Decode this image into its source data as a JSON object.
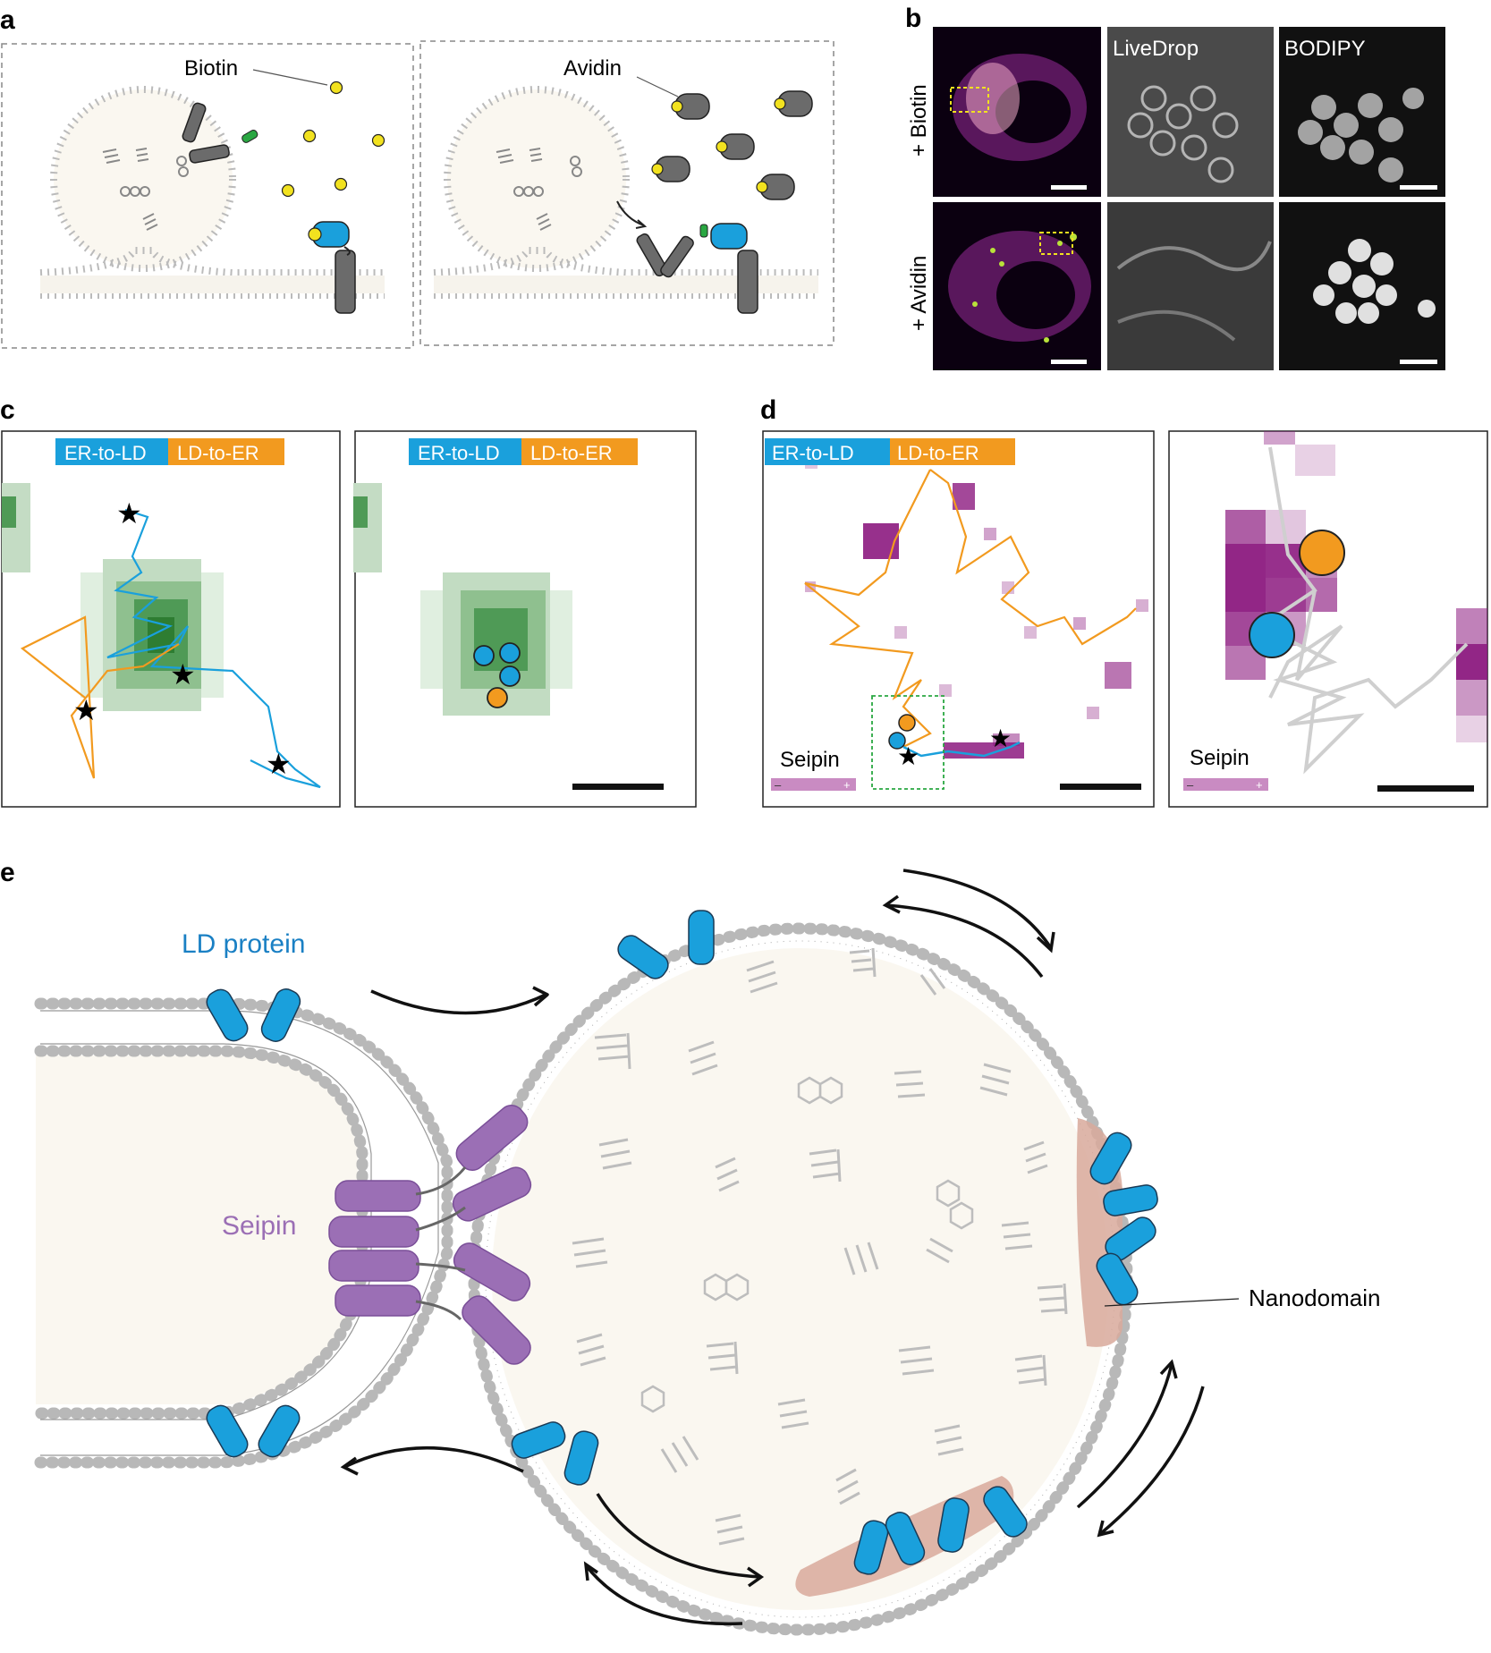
{
  "panel_letters": {
    "a": "a",
    "b": "b",
    "c": "c",
    "d": "d",
    "e": "e"
  },
  "panel_a": {
    "biotin_label": "Biotin",
    "avidin_label": "Avidin"
  },
  "panel_b": {
    "row1_label": "+ Biotin",
    "row2_label": "+ Avidin",
    "col2_label": "LiveDrop",
    "col3_label": "BODIPY"
  },
  "panel_c": {
    "er_to_ld": "ER-to-LD",
    "ld_to_er": "LD-to-ER"
  },
  "panel_d": {
    "er_to_ld": "ER-to-LD",
    "ld_to_er": "LD-to-ER",
    "seipin_label": "Seipin",
    "minus": "–",
    "plus": "+"
  },
  "panel_e": {
    "ld_protein_label": "LD protein",
    "seipin_label": "Seipin",
    "nanodomain_label": "Nanodomain"
  },
  "colors": {
    "blue": "#1aa0dc",
    "orange": "#f29a1f",
    "green": "#2e7d32",
    "magenta": "#8c1a7f",
    "purple": "#9b6fb5",
    "nanodomain": "#d8a99b",
    "lipid_fill": "#faf7f0",
    "yellow": "#f2e21f",
    "gray": "#6b6b6b"
  }
}
